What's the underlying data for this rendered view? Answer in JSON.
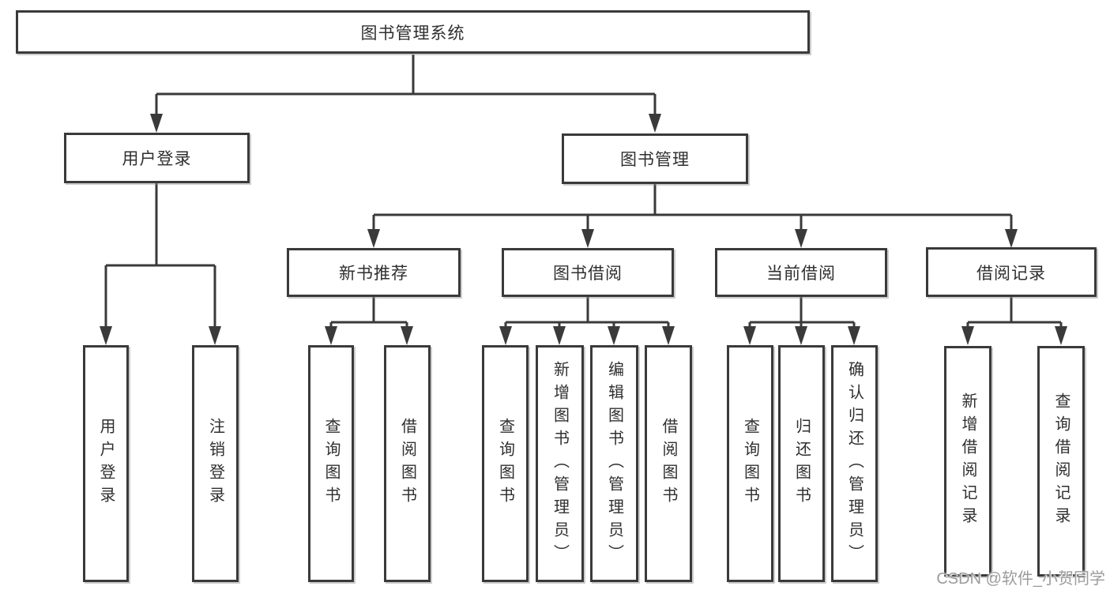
{
  "colors": {
    "line": "#3a3a3a",
    "box_border": "#3a3a3a",
    "text": "#2f2f2f",
    "watermark": "#9c9c9c",
    "background": "#ffffff"
  },
  "diagram": {
    "type": "hierarchy-tree",
    "root": "图书管理系统",
    "level2": {
      "user_login": "用户登录",
      "book_management": "图书管理"
    },
    "level3": {
      "new_book_recommend": "新书推荐",
      "book_borrow": "图书借阅",
      "current_borrow": "当前借阅",
      "borrow_records": "借阅记录"
    },
    "leaves": {
      "user_login": "用户登录",
      "logout": "注销登录",
      "nb_query_books": "查询图书",
      "nb_borrow_books": "借阅图书",
      "bb_query_books": "查询图书",
      "bb_add_books_admin": "新增图书（管理员）",
      "bb_edit_books_admin": "编辑图书（管理员）",
      "bb_borrow_books": "借阅图书",
      "cb_query_books": "查询图书",
      "cb_return_books": "归还图书",
      "cb_confirm_return_admin": "确认归还（管理员）",
      "br_add_record": "新增借阅记录",
      "br_query_record": "查询借阅记录"
    }
  },
  "watermark": "CSDN @软件_小贺同学"
}
